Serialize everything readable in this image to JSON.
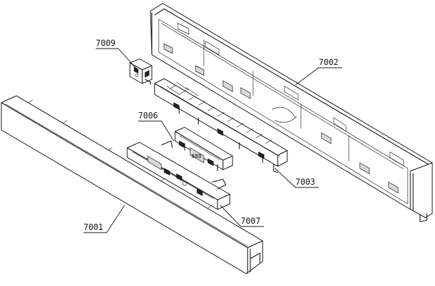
{
  "parts": [
    {
      "id": "p7001",
      "label": "7001"
    },
    {
      "id": "p7002",
      "label": "7002"
    },
    {
      "id": "p7003",
      "label": "7003"
    },
    {
      "id": "p7006",
      "label": "7006"
    },
    {
      "id": "p7007",
      "label": "7007"
    },
    {
      "id": "p7009",
      "label": "7009"
    }
  ],
  "display_text": "888"
}
